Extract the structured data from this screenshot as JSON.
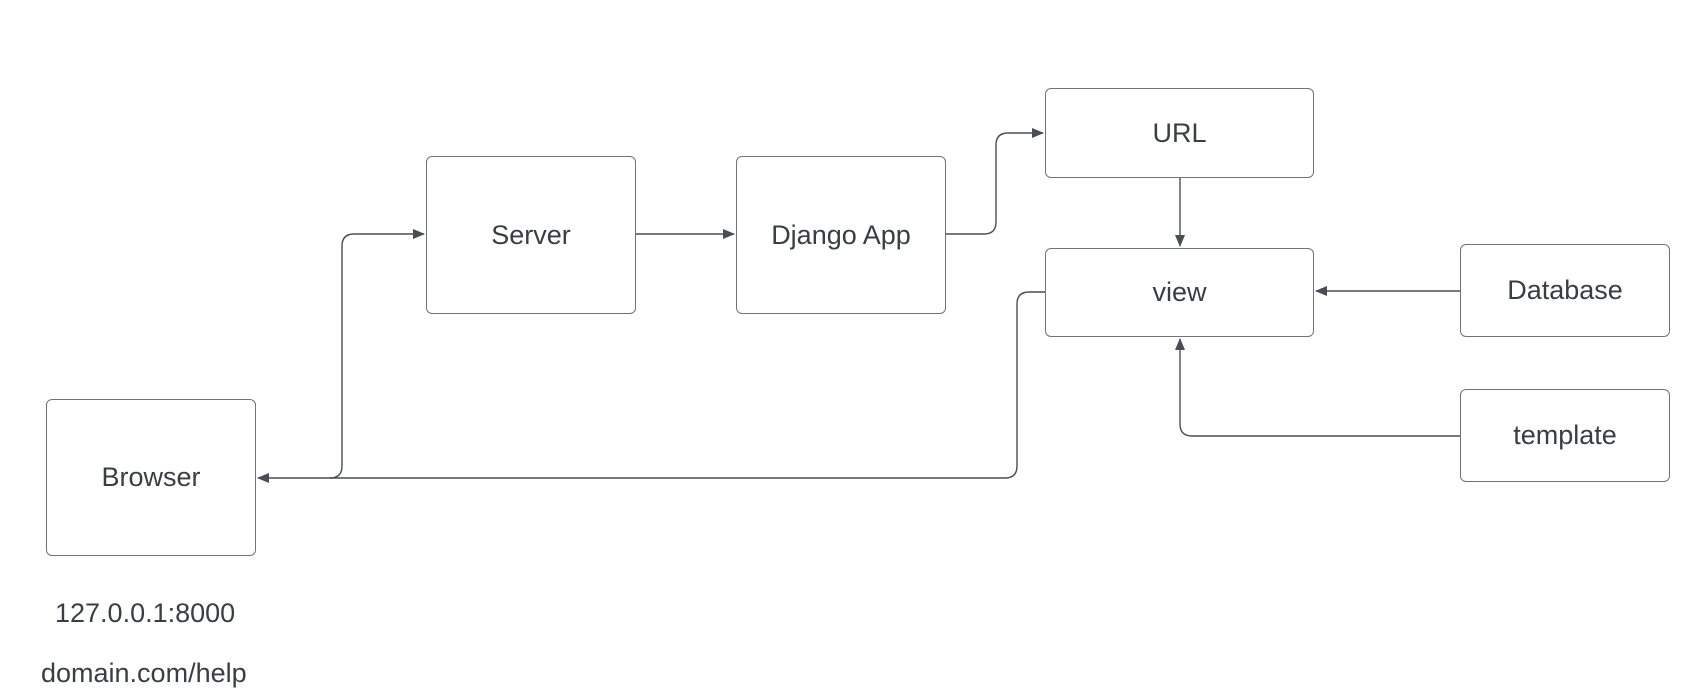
{
  "nodes": {
    "browser": "Browser",
    "server": "Server",
    "django_app": "Django App",
    "url": "URL",
    "view": "view",
    "database": "Database",
    "template": "template"
  },
  "captions": {
    "local_address": "127.0.0.1:8000",
    "domain_address": "domain.com/help"
  },
  "edges": [
    {
      "from": "browser",
      "to": "server"
    },
    {
      "from": "server",
      "to": "django_app"
    },
    {
      "from": "django_app",
      "to": "url"
    },
    {
      "from": "url",
      "to": "view"
    },
    {
      "from": "database",
      "to": "view"
    },
    {
      "from": "template",
      "to": "view"
    },
    {
      "from": "view",
      "to": "browser"
    }
  ],
  "colors": {
    "line": "#4a4d55",
    "border": "#70737b",
    "text": "#3a3d44"
  }
}
